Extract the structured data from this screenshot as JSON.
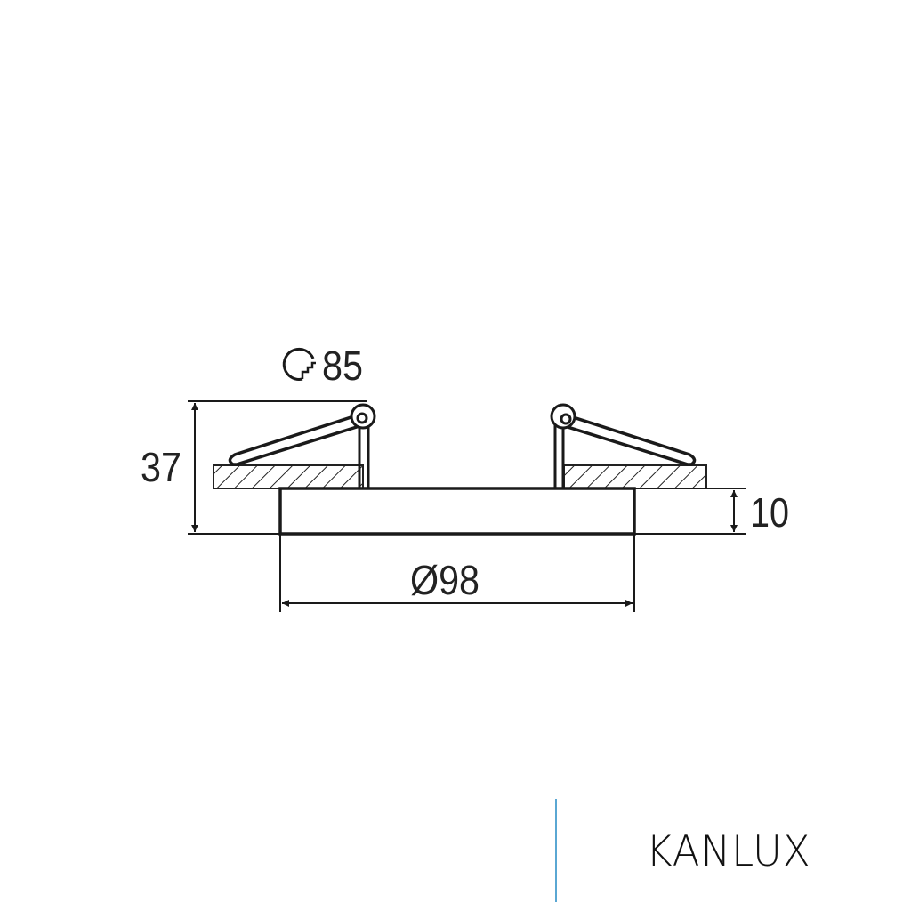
{
  "drawing": {
    "height_label": "37",
    "body_height_label": "10",
    "diameter_label": "Ø98",
    "cutout_label": "85",
    "cutout_icon": "ceiling-cutout-icon",
    "line_color": "#1a1a1a"
  },
  "brand": {
    "name": "KANLUX",
    "divider_color": "#5aa7d3"
  }
}
